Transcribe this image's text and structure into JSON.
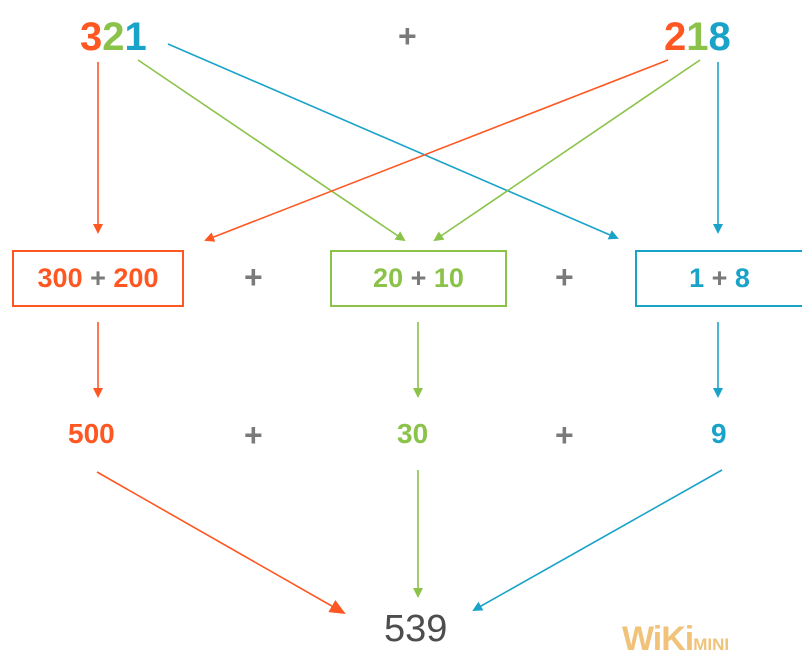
{
  "colors": {
    "hundreds": "#ff5722",
    "tens": "#8bc34a",
    "ones": "#1aa3c9",
    "operator": "#7a7a7a",
    "result": "#4d4d4d",
    "logo": "#f0c27a"
  },
  "top": {
    "left_number": {
      "hundreds": "3",
      "tens": "2",
      "ones": "1"
    },
    "plus": "+",
    "right_number": {
      "hundreds": "2",
      "tens": "1",
      "ones": "8"
    }
  },
  "boxes": {
    "hundreds": {
      "a": "300",
      "op": "+",
      "b": "200"
    },
    "plus_1": "+",
    "tens": {
      "a": "20",
      "op": "+",
      "b": "10"
    },
    "plus_2": "+",
    "ones": {
      "a": "1",
      "op": "+",
      "b": "8"
    }
  },
  "partial_sums": {
    "hundreds": "500",
    "plus_1": "+",
    "tens": "30",
    "plus_2": "+",
    "ones": "9"
  },
  "result": "539",
  "logo": {
    "wiki": "WiKi",
    "mini": "MINI"
  }
}
